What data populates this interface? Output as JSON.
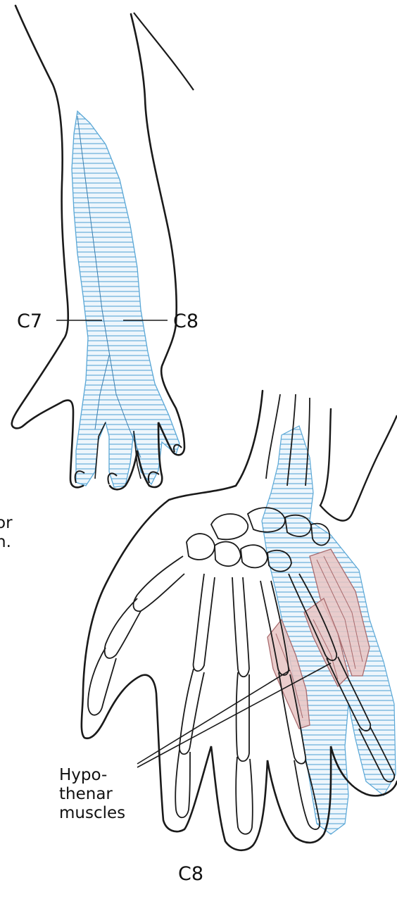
{
  "labels": {
    "c7": "C7",
    "c8_arm": "C8",
    "cut_text_line1": "or",
    "cut_text_line2": "n.",
    "hypothenar_line1": "Hypo-",
    "hypothenar_line2": "thenar",
    "hypothenar_line3": "muscles",
    "c8_bottom": "C8"
  },
  "colors": {
    "outline": "#1a1a1a",
    "dermatome_hatch": "#5aa7d6",
    "dermatome_fill": "#e3f0fa",
    "muscle": "#c98f92",
    "muscle_fill": "#e8c4c3"
  }
}
